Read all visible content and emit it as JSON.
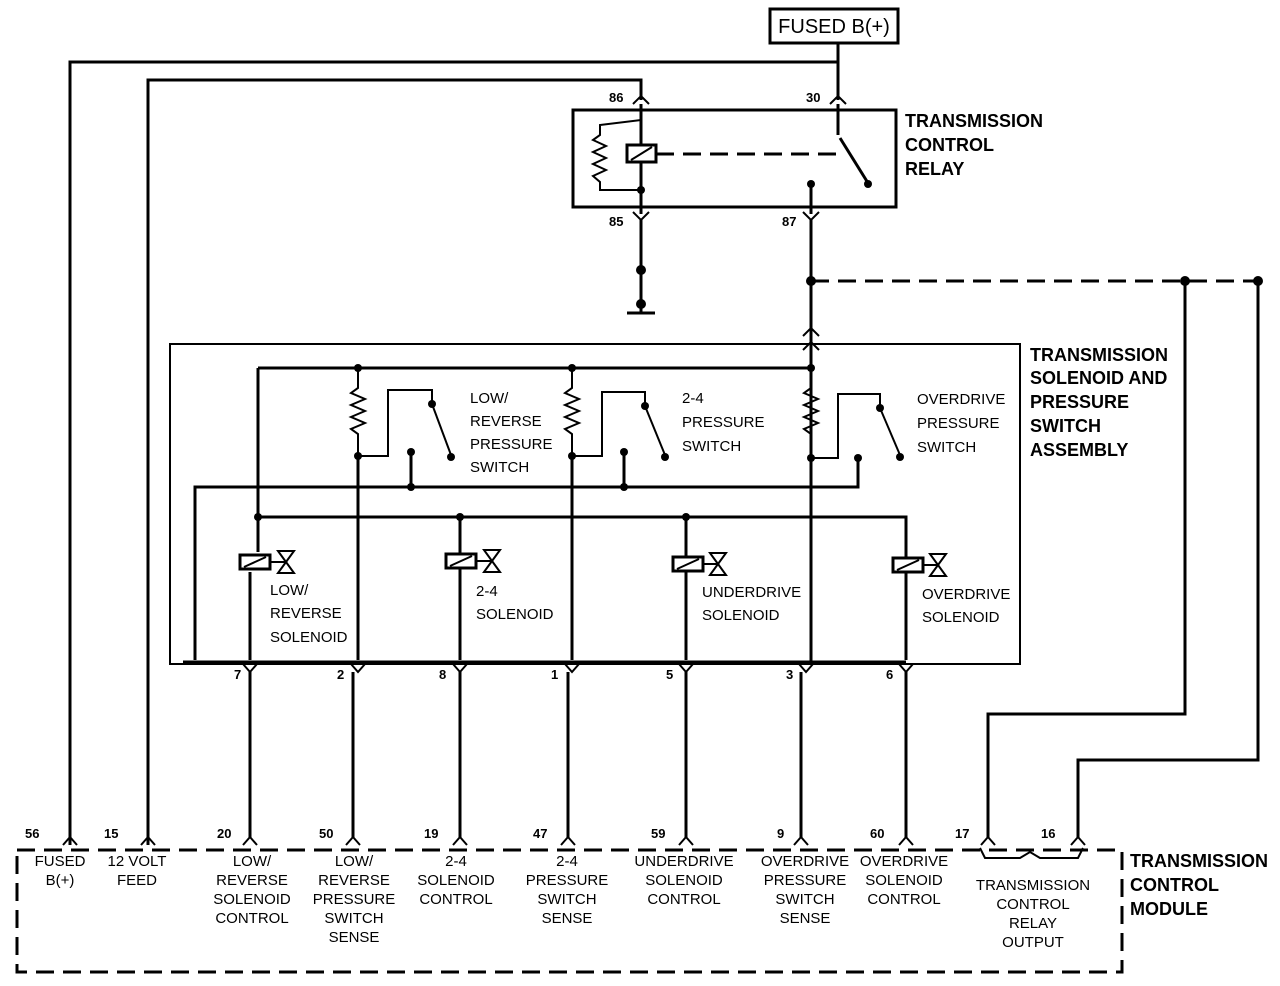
{
  "fused_box_label": "FUSED B(+)",
  "relay": {
    "title": [
      "TRANSMISSION",
      "CONTROL",
      "RELAY"
    ],
    "pins": {
      "p86": "86",
      "p30": "30",
      "p85": "85",
      "p87": "87"
    }
  },
  "assembly": {
    "title": [
      "TRANSMISSION",
      "SOLENOID AND",
      "PRESSURE",
      "SWITCH",
      "ASSEMBLY"
    ],
    "switches": [
      {
        "lines": [
          "LOW/",
          "REVERSE",
          "PRESSURE",
          "SWITCH"
        ]
      },
      {
        "lines": [
          "2-4",
          "PRESSURE",
          "SWITCH"
        ]
      },
      {
        "lines": [
          "OVERDRIVE",
          "PRESSURE",
          "SWITCH"
        ]
      }
    ],
    "solenoids": [
      {
        "lines": [
          "LOW/",
          "REVERSE",
          "SOLENOID"
        ]
      },
      {
        "lines": [
          "2-4",
          "SOLENOID"
        ]
      },
      {
        "lines": [
          "UNDERDRIVE",
          "SOLENOID"
        ]
      },
      {
        "lines": [
          "OVERDRIVE",
          "SOLENOID"
        ]
      }
    ],
    "pins": [
      "7",
      "2",
      "8",
      "1",
      "5",
      "3",
      "6"
    ]
  },
  "module": {
    "title": [
      "TRANSMISSION",
      "CONTROL",
      "MODULE"
    ],
    "pins": [
      "56",
      "15",
      "20",
      "50",
      "19",
      "47",
      "59",
      "9",
      "60",
      "17",
      "16"
    ],
    "labels": [
      [
        "FUSED",
        "B(+)"
      ],
      [
        "12 VOLT",
        "FEED"
      ],
      [
        "LOW/",
        "REVERSE",
        "SOLENOID",
        "CONTROL"
      ],
      [
        "LOW/",
        "REVERSE",
        "PRESSURE",
        "SWITCH",
        "SENSE"
      ],
      [
        "2-4",
        "SOLENOID",
        "CONTROL"
      ],
      [
        "2-4",
        "PRESSURE",
        "SWITCH",
        "SENSE"
      ],
      [
        "UNDERDRIVE",
        "SOLENOID",
        "CONTROL"
      ],
      [
        "OVERDRIVE",
        "PRESSURE",
        "SWITCH",
        "SENSE"
      ],
      [
        "OVERDRIVE",
        "SOLENOID",
        "CONTROL"
      ],
      [
        "TRANSMISSION",
        "CONTROL",
        "RELAY",
        "OUTPUT"
      ]
    ]
  }
}
